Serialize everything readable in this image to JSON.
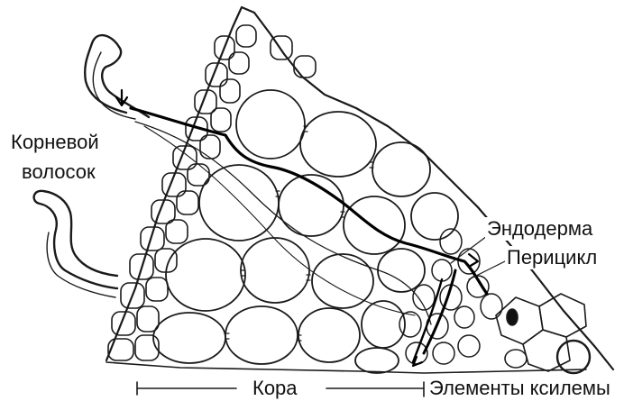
{
  "labels": {
    "root_hair_line1": "Корневой",
    "root_hair_line2": "волосок",
    "endoderm": "Эндодерма",
    "pericycle": "Перицикл",
    "cortex": "Кора",
    "xylem": "Элементы ксилемы"
  },
  "colors": {
    "ink": "#111111",
    "background": "#ffffff",
    "pathway": "#000000"
  }
}
